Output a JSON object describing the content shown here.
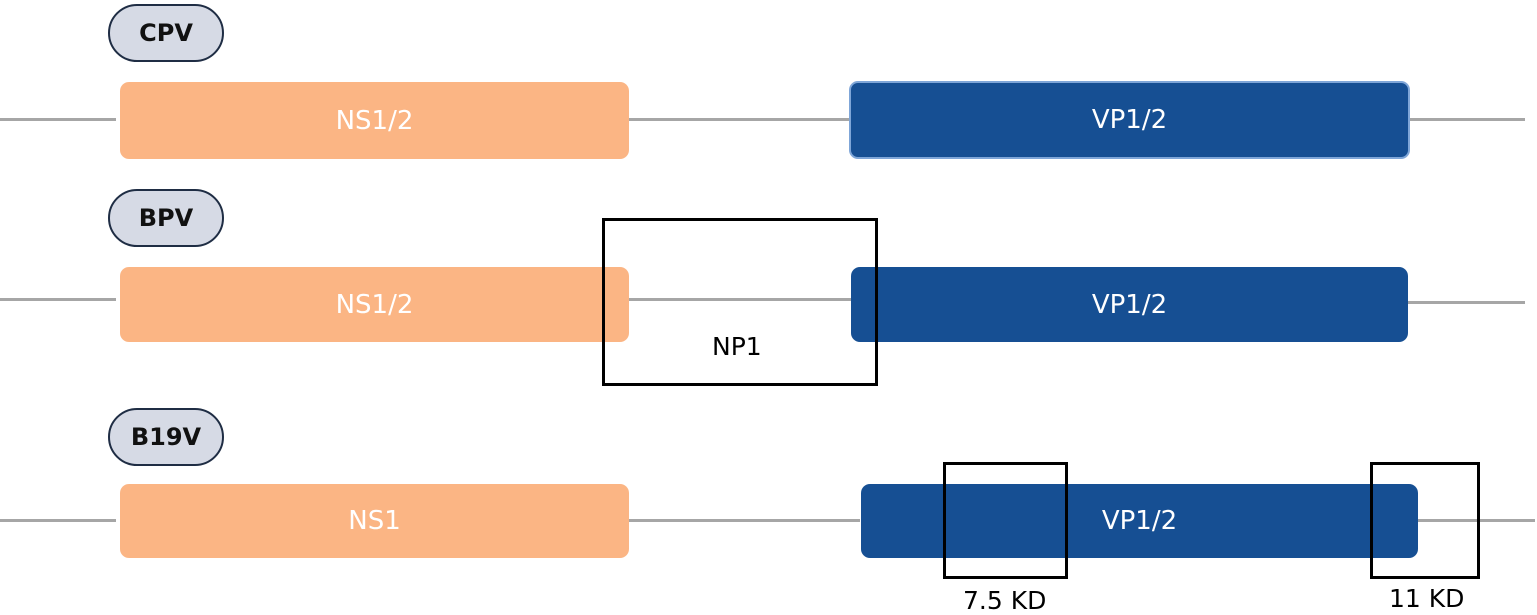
{
  "rows": [
    {
      "virus": "CPV",
      "genes": [
        "NS1/2",
        "VP1/2"
      ]
    },
    {
      "virus": "BPV",
      "genes": [
        "NS1/2",
        "VP1/2"
      ],
      "annotation": "NP1"
    },
    {
      "virus": "B19V",
      "genes": [
        "NS1",
        "VP1/2"
      ],
      "annotations": [
        "7.5 KD",
        "11 KD"
      ]
    }
  ],
  "colors": {
    "ns_gene": "#fbb584",
    "vp_gene": "#164f93",
    "backbone": "#a6a6a6",
    "label_fill": "#d6dae5",
    "label_border": "#1f2d44"
  }
}
